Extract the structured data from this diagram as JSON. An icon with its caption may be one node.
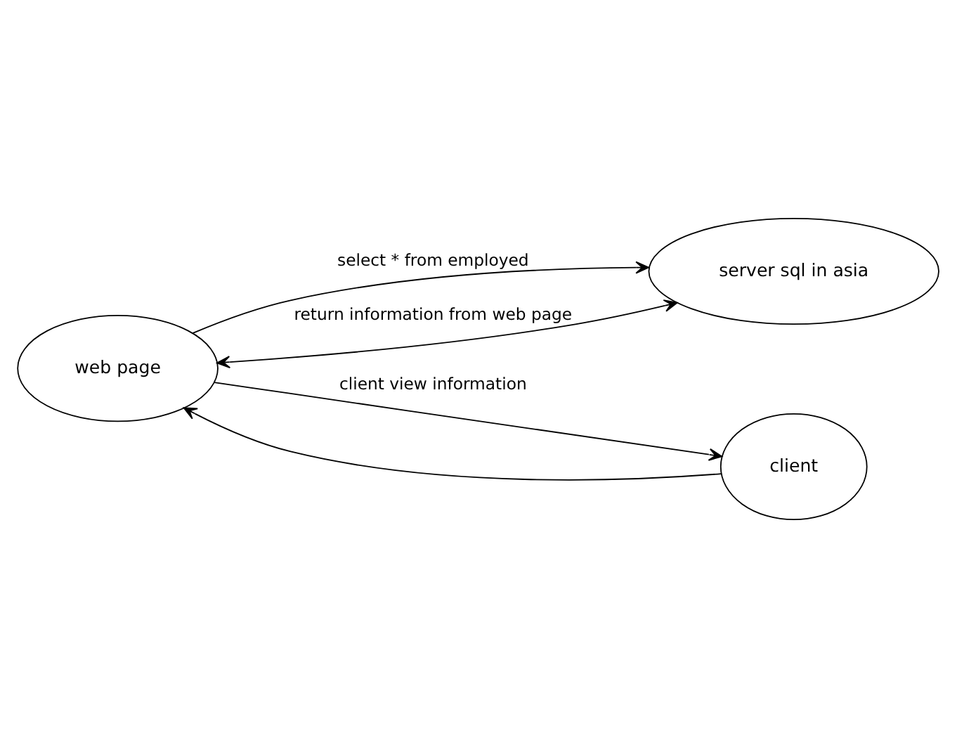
{
  "diagram": {
    "nodes": [
      {
        "text": [
          "web page"
        ]
      },
      {
        "text": [
          "server sql in asia"
        ]
      },
      {
        "text": [
          "client"
        ]
      }
    ],
    "edges": [
      {
        "from": 0,
        "to": 1,
        "arrow": "to",
        "label": "select * from employed"
      },
      {
        "from": 0,
        "to": 1,
        "arrow": "both",
        "label": "return information from web page"
      },
      {
        "from": 0,
        "to": 2,
        "arrow": "to",
        "label": "client view information"
      },
      {
        "from": 2,
        "to": 0,
        "arrow": "to"
      }
    ]
  }
}
